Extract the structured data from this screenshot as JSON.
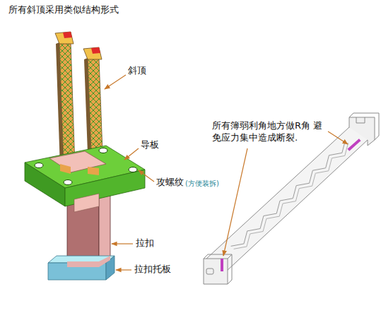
{
  "diagram": {
    "title": "所有斜顶采用类似结构形式",
    "labels": [
      "斜顶",
      "导板",
      "攻螺纹",
      "(方便装拆)",
      "拉扣",
      "拉扣托板",
      "所有簿弱利角地方做R角 避免应力集中造成断裂."
    ]
  }
}
